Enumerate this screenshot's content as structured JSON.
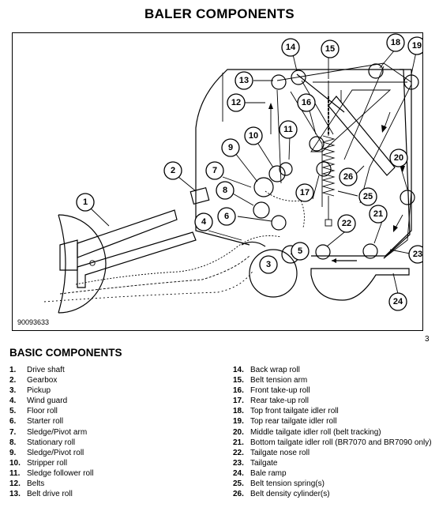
{
  "title": "BALER COMPONENTS",
  "figure_id": "90093633",
  "page_number": "3",
  "section_title": "BASIC COMPONENTS",
  "callouts": [
    "1",
    "2",
    "3",
    "4",
    "5",
    "6",
    "7",
    "8",
    "9",
    "10",
    "11",
    "12",
    "13",
    "14",
    "15",
    "16",
    "17",
    "18",
    "19",
    "20",
    "21",
    "22",
    "23",
    "24",
    "25",
    "26"
  ],
  "components_left": [
    {
      "num": "1.",
      "label": "Drive shaft"
    },
    {
      "num": "2.",
      "label": "Gearbox"
    },
    {
      "num": "3.",
      "label": "Pickup"
    },
    {
      "num": "4.",
      "label": "Wind guard"
    },
    {
      "num": "5.",
      "label": "Floor roll"
    },
    {
      "num": "6.",
      "label": "Starter roll"
    },
    {
      "num": "7.",
      "label": "Sledge/Pivot arm"
    },
    {
      "num": "8.",
      "label": "Stationary roll"
    },
    {
      "num": "9.",
      "label": "Sledge/Pivot roll"
    },
    {
      "num": "10.",
      "label": "Stripper roll"
    },
    {
      "num": "11.",
      "label": "Sledge follower roll"
    },
    {
      "num": "12.",
      "label": "Belts"
    },
    {
      "num": "13.",
      "label": "Belt drive roll"
    }
  ],
  "components_right": [
    {
      "num": "14.",
      "label": "Back wrap roll"
    },
    {
      "num": "15.",
      "label": "Belt tension arm"
    },
    {
      "num": "16.",
      "label": "Front take-up roll"
    },
    {
      "num": "17.",
      "label": "Rear take-up roll"
    },
    {
      "num": "18.",
      "label": "Top front tailgate idler roll"
    },
    {
      "num": "19.",
      "label": "Top rear tailgate idler roll"
    },
    {
      "num": "20.",
      "label": "Middle tailgate idler roll (belt tracking)"
    },
    {
      "num": "21.",
      "label": "Bottom tailgate idler roll (BR7070 and BR7090 only)"
    },
    {
      "num": "22.",
      "label": "Tailgate nose roll"
    },
    {
      "num": "23.",
      "label": "Tailgate"
    },
    {
      "num": "24.",
      "label": "Bale ramp"
    },
    {
      "num": "25.",
      "label": "Belt tension spring(s)"
    },
    {
      "num": "26.",
      "label": "Belt density cylinder(s)"
    }
  ]
}
